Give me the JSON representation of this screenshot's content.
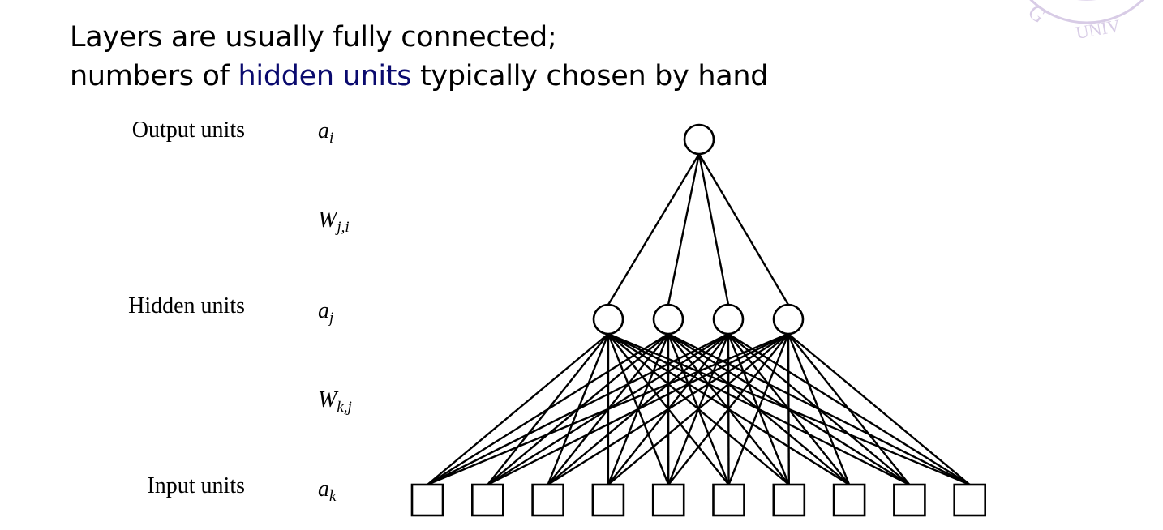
{
  "title": {
    "line1": "Layers are usually fully connected;",
    "line2_before": "numbers of ",
    "line2_highlight": "hidden units",
    "line2_after": " typically chosen by hand"
  },
  "layers": {
    "output": {
      "label": "Output units",
      "symbol": "a",
      "sub": "i"
    },
    "weights_ji": {
      "symbol": "W",
      "sub": "j,i"
    },
    "hidden": {
      "label": "Hidden units",
      "symbol": "a",
      "sub": "j"
    },
    "weights_kj": {
      "symbol": "W",
      "sub": "k,j"
    },
    "input": {
      "label": "Input units",
      "symbol": "a",
      "sub": "k"
    }
  },
  "network": {
    "output_units": 1,
    "hidden_units": 4,
    "input_units": 10
  },
  "colors": {
    "highlight": "#0a0a6e",
    "seal": "#d8cce6"
  }
}
